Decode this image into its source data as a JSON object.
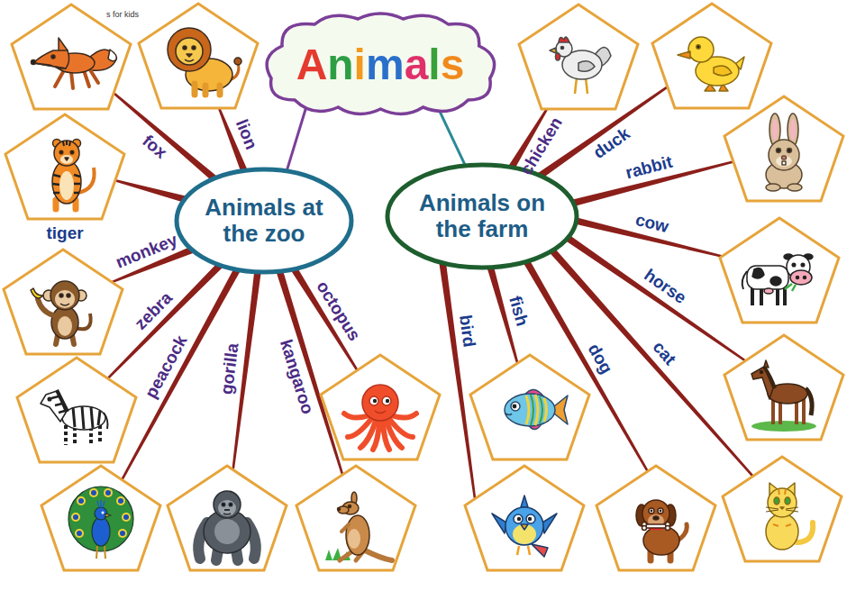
{
  "diagram": {
    "nodes": [
      {
        "text": [
          "Animals"
        ]
      },
      {
        "text": [
          "Animals at the zoo"
        ]
      },
      {
        "text": [
          "Animals on the farm"
        ]
      },
      {
        "text": [
          "fox"
        ]
      },
      {
        "text": [
          "lion"
        ]
      },
      {
        "text": [
          "tiger"
        ]
      },
      {
        "text": [
          "monkey"
        ]
      },
      {
        "text": [
          "zebra"
        ]
      },
      {
        "text": [
          "peacock"
        ]
      },
      {
        "text": [
          "gorilla"
        ]
      },
      {
        "text": [
          "kangaroo"
        ]
      },
      {
        "text": [
          "octopus"
        ]
      },
      {
        "text": [
          "chicken"
        ]
      },
      {
        "text": [
          "duck"
        ]
      },
      {
        "text": [
          "rabbit"
        ]
      },
      {
        "text": [
          "cow"
        ]
      },
      {
        "text": [
          "horse"
        ]
      },
      {
        "text": [
          "cat"
        ]
      },
      {
        "text": [
          "dog"
        ]
      },
      {
        "text": [
          "fish"
        ]
      },
      {
        "text": [
          "bird"
        ]
      }
    ],
    "edges": [
      {
        "from": 0,
        "to": 1,
        "arrow": "none"
      },
      {
        "from": 0,
        "to": 2,
        "arrow": "none"
      },
      {
        "from": 1,
        "to": 3,
        "arrow": "none"
      },
      {
        "from": 1,
        "to": 4,
        "arrow": "none"
      },
      {
        "from": 1,
        "to": 5,
        "arrow": "none"
      },
      {
        "from": 1,
        "to": 6,
        "arrow": "none"
      },
      {
        "from": 1,
        "to": 7,
        "arrow": "none"
      },
      {
        "from": 1,
        "to": 8,
        "arrow": "none"
      },
      {
        "from": 1,
        "to": 9,
        "arrow": "none"
      },
      {
        "from": 1,
        "to": 10,
        "arrow": "none"
      },
      {
        "from": 1,
        "to": 11,
        "arrow": "none"
      },
      {
        "from": 2,
        "to": 12,
        "arrow": "none"
      },
      {
        "from": 2,
        "to": 13,
        "arrow": "none"
      },
      {
        "from": 2,
        "to": 14,
        "arrow": "none"
      },
      {
        "from": 2,
        "to": 15,
        "arrow": "none"
      },
      {
        "from": 2,
        "to": 16,
        "arrow": "none"
      },
      {
        "from": 2,
        "to": 17,
        "arrow": "none"
      },
      {
        "from": 2,
        "to": 18,
        "arrow": "none"
      },
      {
        "from": 2,
        "to": 19,
        "arrow": "none"
      },
      {
        "from": 2,
        "to": 20,
        "arrow": "none"
      }
    ],
    "labels": [
      "s for kids"
    ]
  }
}
